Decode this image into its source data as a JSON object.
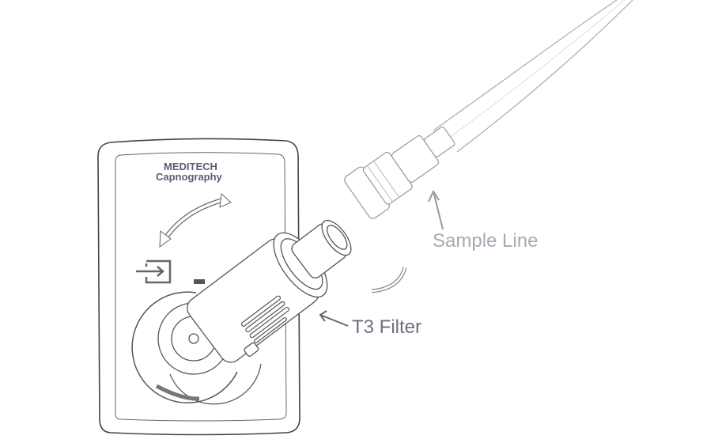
{
  "device": {
    "brand": "MEDITECH",
    "subtitle": "Capnography"
  },
  "labels": {
    "sample_line": "Sample Line",
    "t3_filter": "T3 Filter"
  },
  "colors": {
    "brand_text": "#5b5b77",
    "sample_line_text": "#a9a9b6",
    "t3_filter_text": "#6e6e80",
    "outline": "#555555"
  }
}
